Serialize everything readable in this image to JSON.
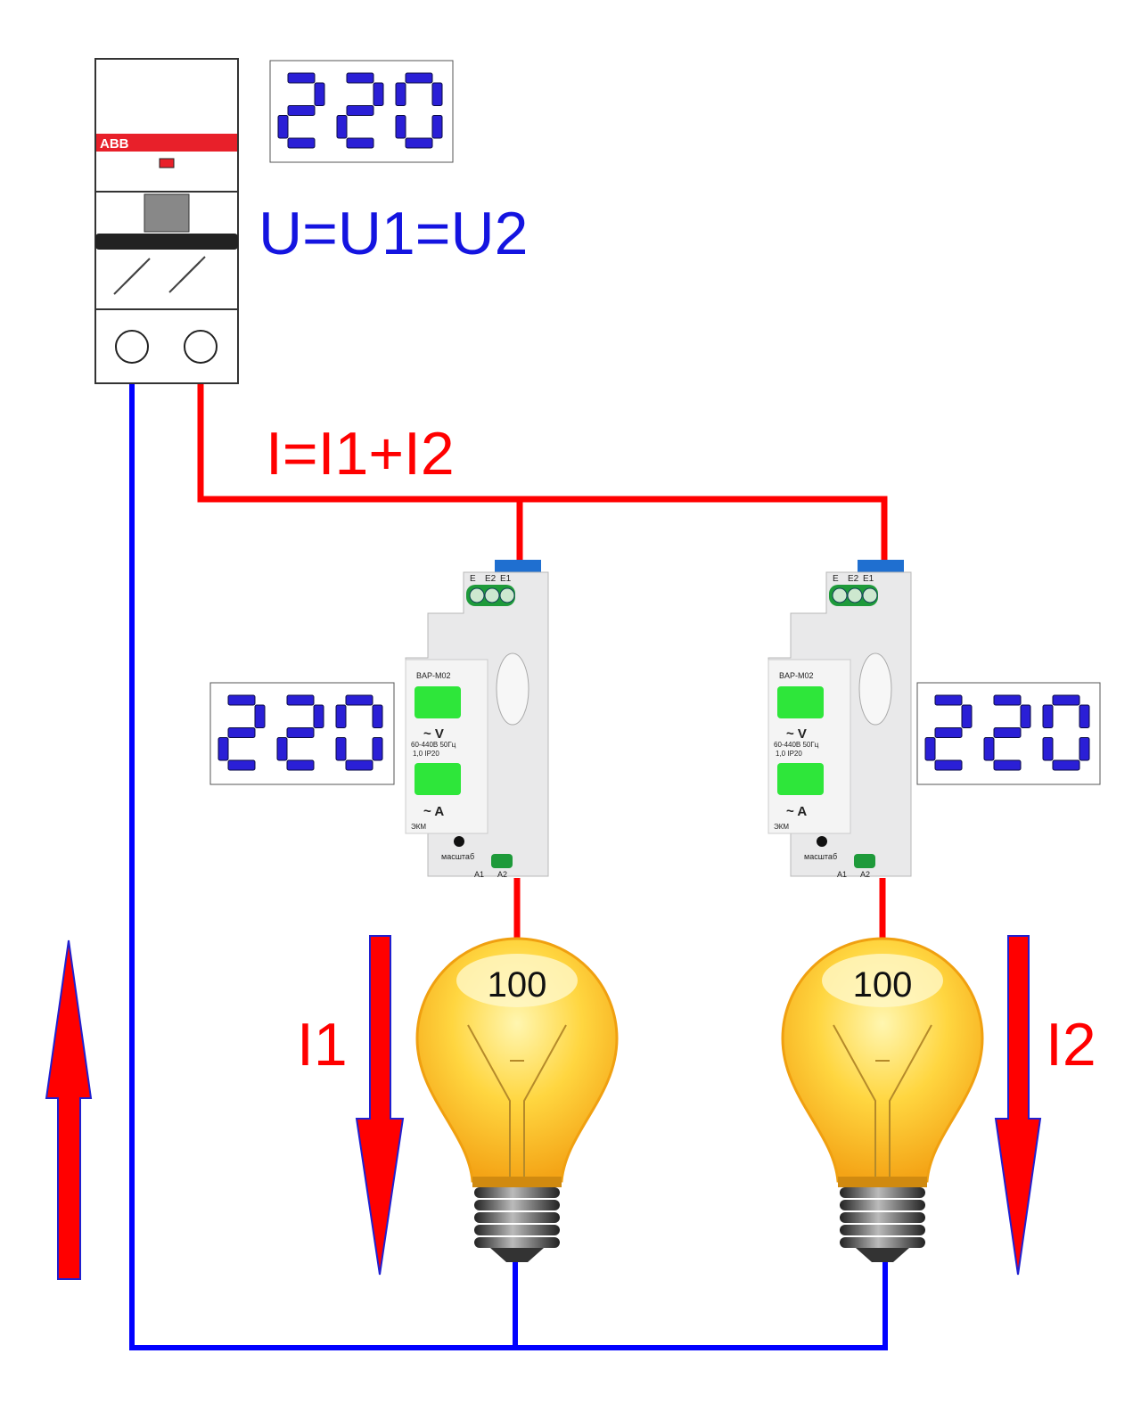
{
  "breaker": {
    "brand": "ABB"
  },
  "readings": {
    "supply_voltage": "220",
    "meter1_voltage": "220",
    "meter2_voltage": "220"
  },
  "labels": {
    "voltage_eq": "U=U1=U2",
    "current_eq": "I=I1+I2",
    "i1": "I1",
    "i2": "I2"
  },
  "bulbs": [
    {
      "power": "100"
    },
    {
      "power": "100"
    }
  ],
  "meter": {
    "model": "BAP-M02",
    "volt_label": "~ V",
    "amp_label": "~ A",
    "spec1": "60-440B 50Гц",
    "spec2": "1,0   IP20",
    "terminals_top": [
      "E",
      "E2",
      "E1"
    ],
    "terminals_bottom": [
      "A1",
      "A2"
    ],
    "scale_label": "масштаб",
    "maker": "ЭКМ"
  },
  "colors": {
    "phase": "#ff0000",
    "neutral": "#0000ff",
    "digits": "#2a1fd6",
    "text_blue": "#1414e0"
  }
}
